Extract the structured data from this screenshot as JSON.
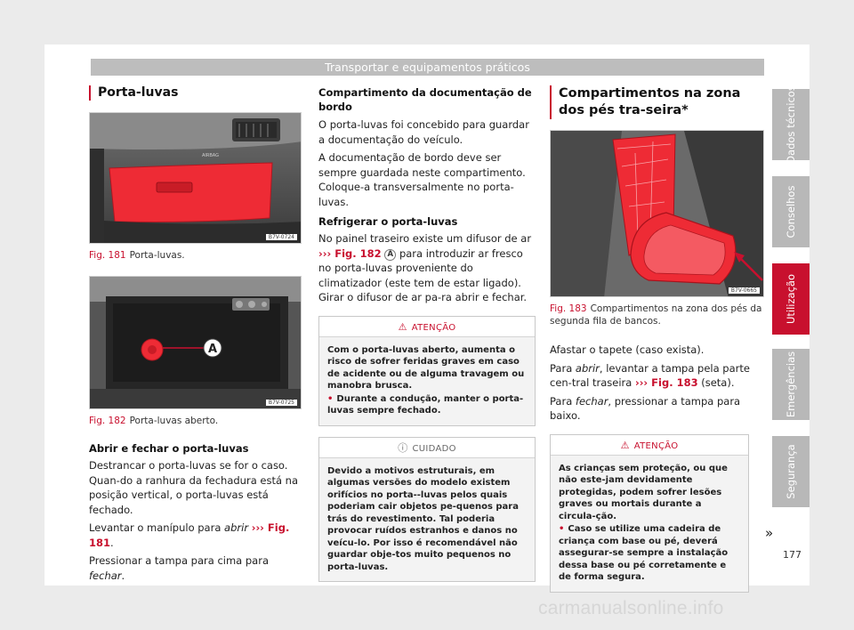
{
  "header": {
    "title": "Transportar e equipamentos práticos"
  },
  "col1": {
    "section_title": "Porta-luvas",
    "fig181": {
      "code": "B7V-0724",
      "num": "Fig. 181",
      "caption": "Porta-luvas.",
      "airbag_label": "AIRBAG"
    },
    "fig182": {
      "code": "B7V-0725",
      "num": "Fig. 182",
      "caption": "Porta-luvas aberto.",
      "marker": "A"
    },
    "sub_open_close": "Abrir e fechar o porta-luvas",
    "p1": "Destrancar o porta-luvas se for o caso. Quan-do a ranhura da fechadura está na posição vertical, o porta-luvas está fechado.",
    "p2_pre": "Levantar o manípulo para ",
    "p2_em": "abrir",
    "p2_ref": "››› Fig. 181",
    "p2_post": ".",
    "p3_pre": "Pressionar a tampa para cima para ",
    "p3_em": "fechar",
    "p3_post": "."
  },
  "col2": {
    "sub_docs": "Compartimento da documentação de bordo",
    "p_docs1": "O porta-luvas foi concebido para guardar a documentação do veículo.",
    "p_docs2": "A documentação de bordo deve ser sempre guardada neste compartimento. Coloque-a transversalmente no porta-luvas.",
    "sub_cool": "Refrigerar o porta-luvas",
    "p_cool_pre": "No painel traseiro existe um difusor de ar ",
    "p_cool_ref": "››› Fig. 182",
    "p_cool_badge": "A",
    "p_cool_post": " para introduzir ar fresco no porta-luvas proveniente do climatizador (este tem de estar ligado). Girar o difusor de ar pa-ra abrir e fechar.",
    "warning": {
      "title": "ATENÇÃO",
      "text": "Com o porta-luvas aberto, aumenta o risco de sofrer feridas graves em caso de acidente ou de alguma travagem ou manobra brusca.",
      "bullet": "Durante a condução, manter o porta-luvas sempre fechado."
    },
    "caution": {
      "title": "CUIDADO",
      "text": "Devido a motivos estruturais, em algumas versões do modelo existem orifícios no porta--luvas pelos quais poderiam cair objetos pe-quenos para trás do revestimento. Tal poderia provocar ruídos estranhos e danos no veícu-lo. Por isso é recomendável não guardar obje-tos muito pequenos no porta-luvas."
    }
  },
  "col3": {
    "section_title": "Compartimentos na zona dos pés tra-seira*",
    "fig183": {
      "code": "B7V-0665",
      "num": "Fig. 183",
      "caption": "Compartimentos na zona dos pés da segunda fila de bancos."
    },
    "p1": "Afastar o tapete (caso exista).",
    "p2_pre": "Para ",
    "p2_em": "abrir",
    "p2_mid": ", levantar a tampa pela parte cen-tral traseira ",
    "p2_ref": "››› Fig. 183",
    "p2_post": " (seta).",
    "p3_pre": "Para ",
    "p3_em": "fechar",
    "p3_post": ", pressionar a tampa para baixo.",
    "warning": {
      "title": "ATENÇÃO",
      "text": "As crianças sem proteção, ou que não este-jam devidamente protegidas, podem sofrer lesões graves ou mortais durante a circula-ção.",
      "bullet": "Caso se utilize uma cadeira de criança com base ou pé, deverá assegurar-se sempre a instalação dessa base ou pé corretamente e de forma segura."
    },
    "continue": "»"
  },
  "tabs": [
    "Dados técnicos",
    "Conselhos",
    "Utilização",
    "Emergências",
    "Segurança"
  ],
  "active_tab": "Utilização",
  "page_number": "177",
  "watermark": "carmanualsonline.info",
  "colors": {
    "accent": "#c8102e",
    "tab_gray": "#b8b8b8",
    "header_gray": "#bdbdbd"
  }
}
